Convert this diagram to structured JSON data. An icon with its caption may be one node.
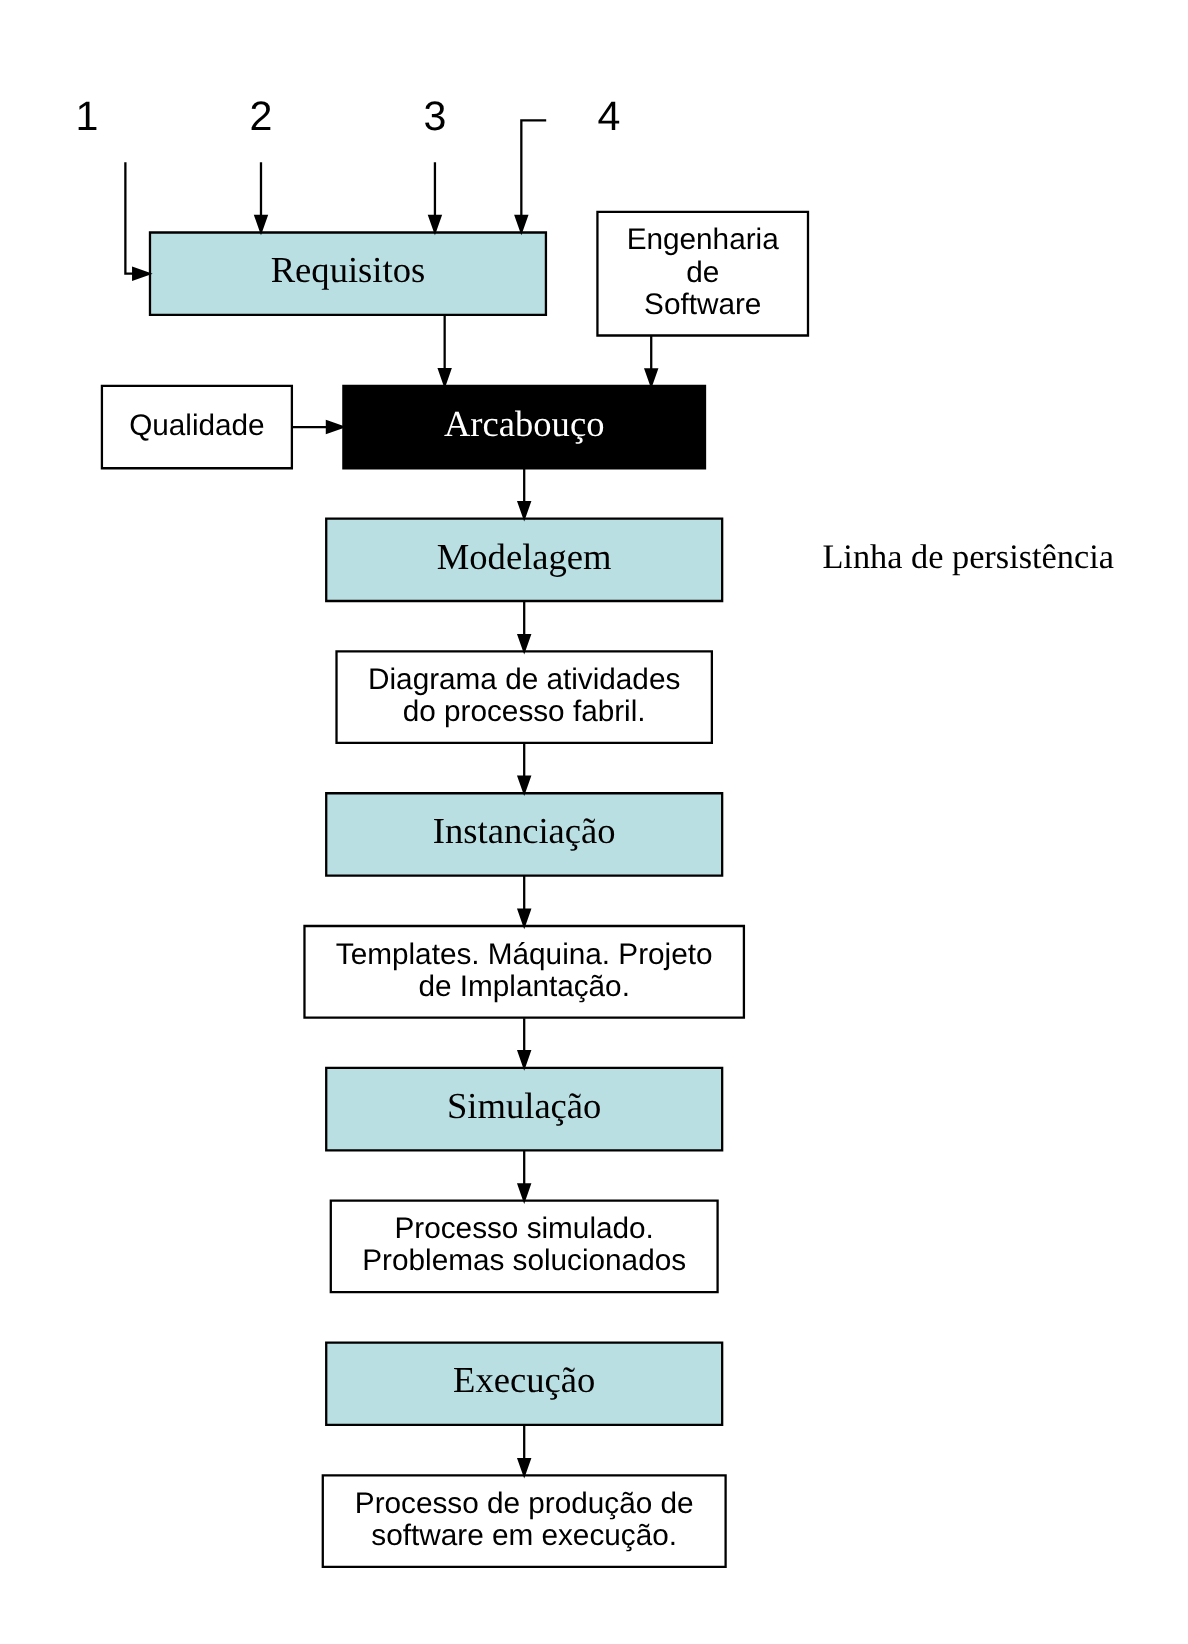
{
  "diagram": {
    "nodes": [
      {
        "text": [
          "1"
        ]
      },
      {
        "text": [
          "2"
        ]
      },
      {
        "text": [
          "3"
        ]
      },
      {
        "text": [
          "4"
        ]
      },
      {
        "text": [
          "Qualidade"
        ]
      },
      {
        "text": [
          "Requisitos"
        ]
      },
      {
        "text": [
          "Arcabouço"
        ]
      },
      {
        "text": [
          "Engenharia de Software"
        ]
      },
      {
        "text": [
          "Modelagem"
        ]
      },
      {
        "text": [
          "Diagrama de atividades do processo fabril."
        ]
      },
      {
        "text": [
          "Instanciação"
        ]
      },
      {
        "text": [
          "Templates. Máquina. Projeto de Implantação."
        ]
      },
      {
        "text": [
          "Simulação"
        ]
      },
      {
        "text": [
          "Processo simulado. Problemas solucionados"
        ]
      },
      {
        "text": [
          "Execução"
        ]
      },
      {
        "text": [
          "Processo de produção de software em execução."
        ]
      }
    ],
    "edges": [
      {
        "from": 0,
        "to": 5,
        "arrow": "to"
      },
      {
        "from": 1,
        "to": 5,
        "arrow": "to"
      },
      {
        "from": 2,
        "to": 5,
        "arrow": "to"
      },
      {
        "from": 3,
        "to": 5,
        "arrow": "to"
      },
      {
        "from": 5,
        "to": 6,
        "arrow": "to"
      },
      {
        "from": 4,
        "to": 6,
        "arrow": "to"
      },
      {
        "from": 7,
        "to": 6,
        "arrow": "to"
      },
      {
        "from": 6,
        "to": 8,
        "arrow": "to"
      },
      {
        "from": 8,
        "to": 9,
        "arrow": "to"
      },
      {
        "from": 9,
        "to": 10,
        "arrow": "to"
      },
      {
        "from": 10,
        "to": 11,
        "arrow": "to"
      },
      {
        "from": 11,
        "to": 12,
        "arrow": "to"
      },
      {
        "from": 12,
        "to": 13,
        "arrow": "to"
      },
      {
        "from": 14,
        "to": 15,
        "arrow": "to"
      }
    ],
    "labels": [
      "Linha de persistência"
    ]
  }
}
